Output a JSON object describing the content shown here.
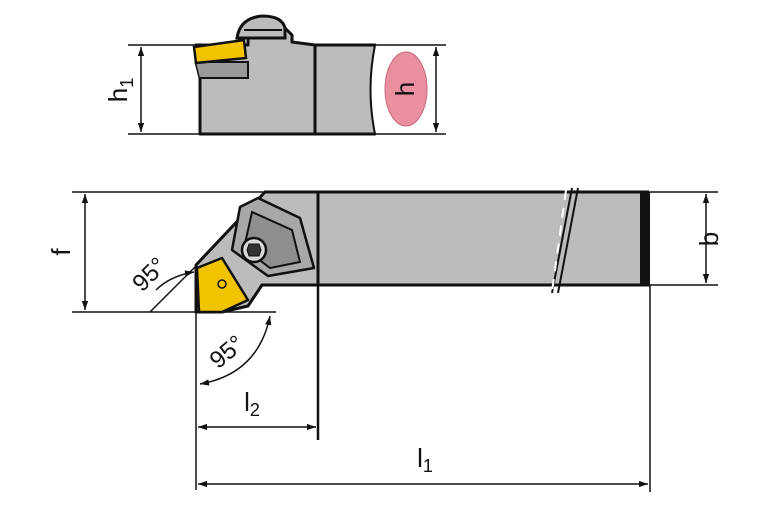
{
  "colors": {
    "body": "#bcbcbc",
    "line": "#111111",
    "insert": "#f2c300",
    "highlight": "#e98f9f",
    "background": "#ffffff"
  },
  "labels": {
    "h1_base": "h",
    "h1_sub": "1",
    "h": "h",
    "f": "f",
    "b": "b",
    "angle_top": "95°",
    "angle_bottom": "95°",
    "l2_base": "l",
    "l2_sub": "2",
    "l1_base": "l",
    "l1_sub": "1"
  }
}
